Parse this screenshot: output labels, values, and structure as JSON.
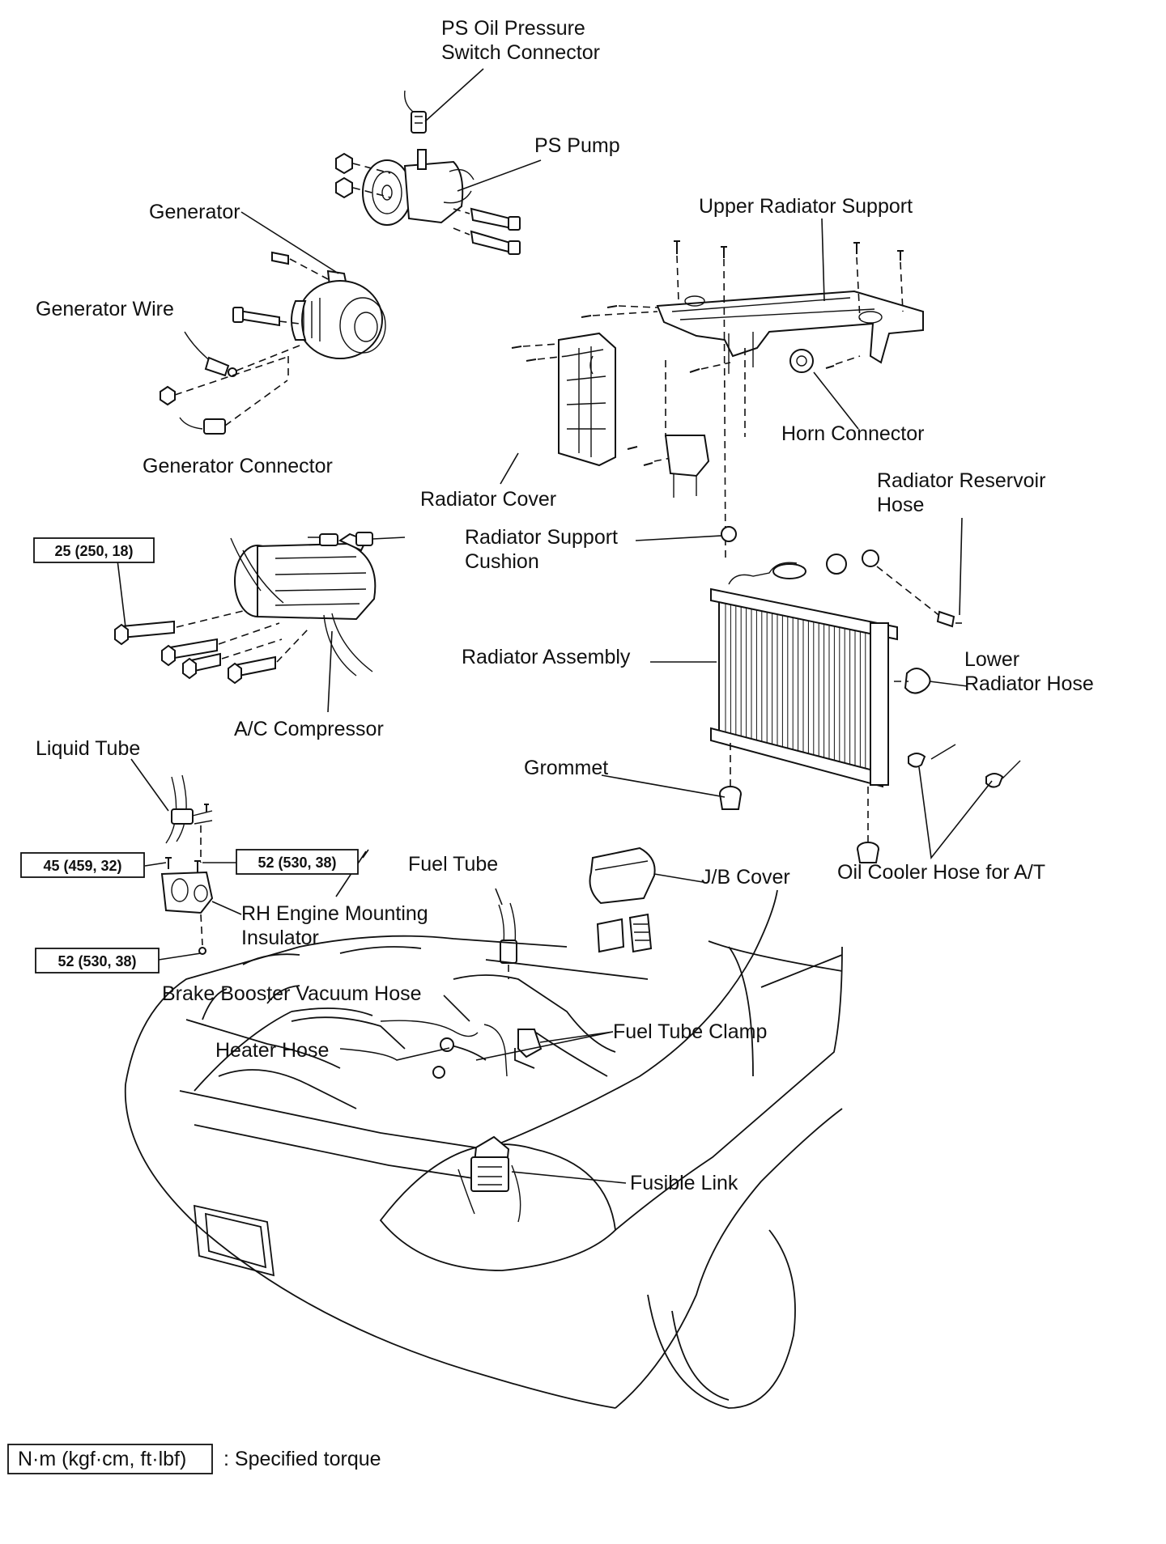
{
  "labels": {
    "ps_oil_pressure_switch_connector": [
      "PS Oil Pressure",
      "Switch Connector"
    ],
    "ps_pump": "PS Pump",
    "generator": "Generator",
    "upper_radiator_support": "Upper Radiator Support",
    "generator_wire": "Generator Wire",
    "horn_connector": "Horn Connector",
    "generator_connector": "Generator Connector",
    "radiator_reservoir_hose": [
      "Radiator Reservoir",
      "Hose"
    ],
    "radiator_cover": "Radiator Cover",
    "radiator_support_cushion": [
      "Radiator Support",
      "Cushion"
    ],
    "radiator_assembly": "Radiator Assembly",
    "lower_radiator_hose": [
      "Lower",
      "Radiator Hose"
    ],
    "ac_compressor": "A/C Compressor",
    "liquid_tube": "Liquid Tube",
    "grommet": "Grommet",
    "fuel_tube": "Fuel Tube",
    "jb_cover": "J/B Cover",
    "oil_cooler_hose": "Oil Cooler Hose for A/T",
    "rh_engine_mounting_insulator": [
      "RH Engine Mounting",
      "Insulator"
    ],
    "brake_booster_vacuum_hose": "Brake Booster Vacuum Hose",
    "fuel_tube_clamp": "Fuel Tube Clamp",
    "heater_hose": "Heater Hose",
    "fusible_link": "Fusible Link"
  },
  "torques": {
    "ac_compressor_bolt": "25 (250, 18)",
    "mount_bolt_a": "45 (459, 32)",
    "mount_bolt_b": "52 (530, 38)",
    "mount_bolt_c": "52 (530, 38)"
  },
  "legend": {
    "unit": "N·m (kgf·cm, ft·lbf)",
    "description": ": Specified torque"
  }
}
